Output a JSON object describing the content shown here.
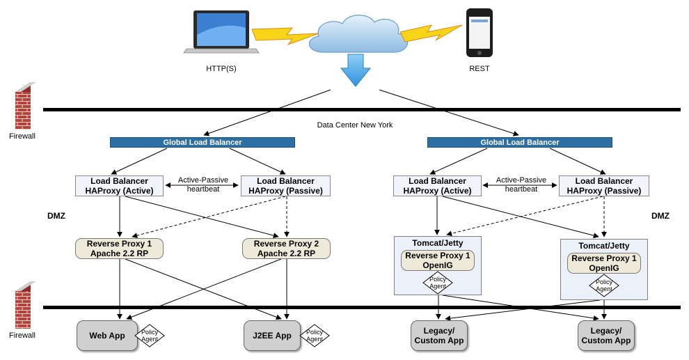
{
  "top": {
    "client_left_label": "HTTP(S)",
    "client_right_label": "REST",
    "datacenter_label": "Data Center New York"
  },
  "firewall": {
    "top_label": "Firewall",
    "bottom_label": "Firewall"
  },
  "zone": {
    "left_label": "DMZ",
    "right_label": "DMZ"
  },
  "left": {
    "gslb_label": "Global Load Balancer",
    "lb_active": {
      "line1": "Load Balancer",
      "line2": "HAProxy (Active)"
    },
    "lb_passive": {
      "line1": "Load Balancer",
      "line2": "HAProxy (Passive)"
    },
    "heartbeat": {
      "line1": "Active-Passive",
      "line2": "heartbeat"
    },
    "rp1": {
      "line1": "Reverse Proxy 1",
      "line2": "Apache 2.2 RP"
    },
    "rp2": {
      "line1": "Reverse Proxy 2",
      "line2": "Apache 2.2 RP"
    },
    "app1": {
      "label": "Web App",
      "agent": {
        "line1": "Policy",
        "line2": "Agent"
      }
    },
    "app2": {
      "label": "J2EE App",
      "agent": {
        "line1": "Policy",
        "line2": "Agent"
      }
    }
  },
  "right": {
    "gslb_label": "Global Load Balancer",
    "lb_active": {
      "line1": "Load Balancer",
      "line2": "HAProxy (Active)"
    },
    "lb_passive": {
      "line1": "Load Balancer",
      "line2": "HAProxy (Passive)"
    },
    "heartbeat": {
      "line1": "Active-Passive",
      "line2": "heartbeat"
    },
    "container1": {
      "title": "Tomcat/Jetty",
      "rp_line1": "Reverse Proxy 1",
      "rp_line2": "OpenIG",
      "agent": {
        "line1": "Policy",
        "line2": "Agent"
      }
    },
    "container2": {
      "title": "Tomcat/Jetty",
      "rp_line1": "Reverse Proxy 1",
      "rp_line2": "OpenIG",
      "agent": {
        "line1": "Policy",
        "line2": "Agent"
      }
    },
    "app1": {
      "line1": "Legacy/",
      "line2": "Custom App"
    },
    "app2": {
      "line1": "Legacy/",
      "line2": "Custom App"
    }
  },
  "colors": {
    "gslb": "#2e6fa3",
    "reverse_proxy": "#efe9d9",
    "load_balancer": "#f1f5fb",
    "container": "#ecf1f9",
    "app": "#d0d0d0",
    "firewall_brick": "#b6403a",
    "lightning": "#f7d417",
    "cloud": "#b9d6ef",
    "arrow_blue": "#5aaee6"
  },
  "icons": [
    "laptop-icon",
    "cloud-icon",
    "smartphone-icon",
    "lightning-icon",
    "firewall-icon"
  ]
}
